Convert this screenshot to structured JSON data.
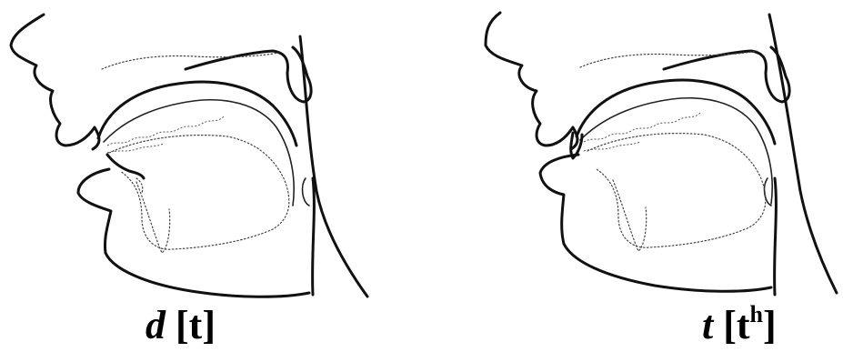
{
  "diagrams": [
    {
      "id": "voiced",
      "caption_letter": "d",
      "caption_ipa_open": " [",
      "caption_ipa_base": "t",
      "caption_ipa_sup": "",
      "caption_ipa_close": "]"
    },
    {
      "id": "aspirated",
      "caption_letter": "t",
      "caption_ipa_open": " [",
      "caption_ipa_base": "t",
      "caption_ipa_sup": "h",
      "caption_ipa_close": "]"
    }
  ],
  "style": {
    "stroke_color": "#111111",
    "background": "#ffffff"
  }
}
